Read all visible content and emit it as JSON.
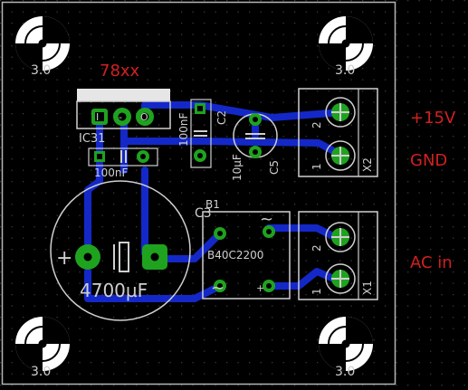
{
  "colors": {
    "background": "#000000",
    "grid_dot": "#3a3a3a",
    "trace": "#1428c8",
    "pad": "#1fa31f",
    "silk": "#cfcfcf",
    "name_text": "#d22020",
    "board_outline": "#b5b5b5"
  },
  "mount_holes": {
    "label": "3.0"
  },
  "regulator": {
    "value": "78xx",
    "name": "IC31",
    "pins": [
      "I",
      "-",
      "O"
    ]
  },
  "capacitors": {
    "c_input": {
      "value": "100nF"
    },
    "c2": {
      "name": "C2",
      "value": "100nF"
    },
    "c5": {
      "name": "C5",
      "value": "10µF"
    },
    "c_bulk": {
      "name": "C3",
      "value": "4700µF",
      "plus": "+"
    }
  },
  "bridge": {
    "name": "B1",
    "value": "B40C2200",
    "plus": "+",
    "ac_symbol": "~"
  },
  "terminals": {
    "x2": {
      "name": "X2",
      "pins": [
        "1",
        "2"
      ]
    },
    "x1": {
      "name": "X1",
      "pins": [
        "1",
        "2"
      ]
    }
  },
  "net_labels": {
    "v_out": "+15V",
    "ground": "GND",
    "ac_in": "AC in"
  }
}
